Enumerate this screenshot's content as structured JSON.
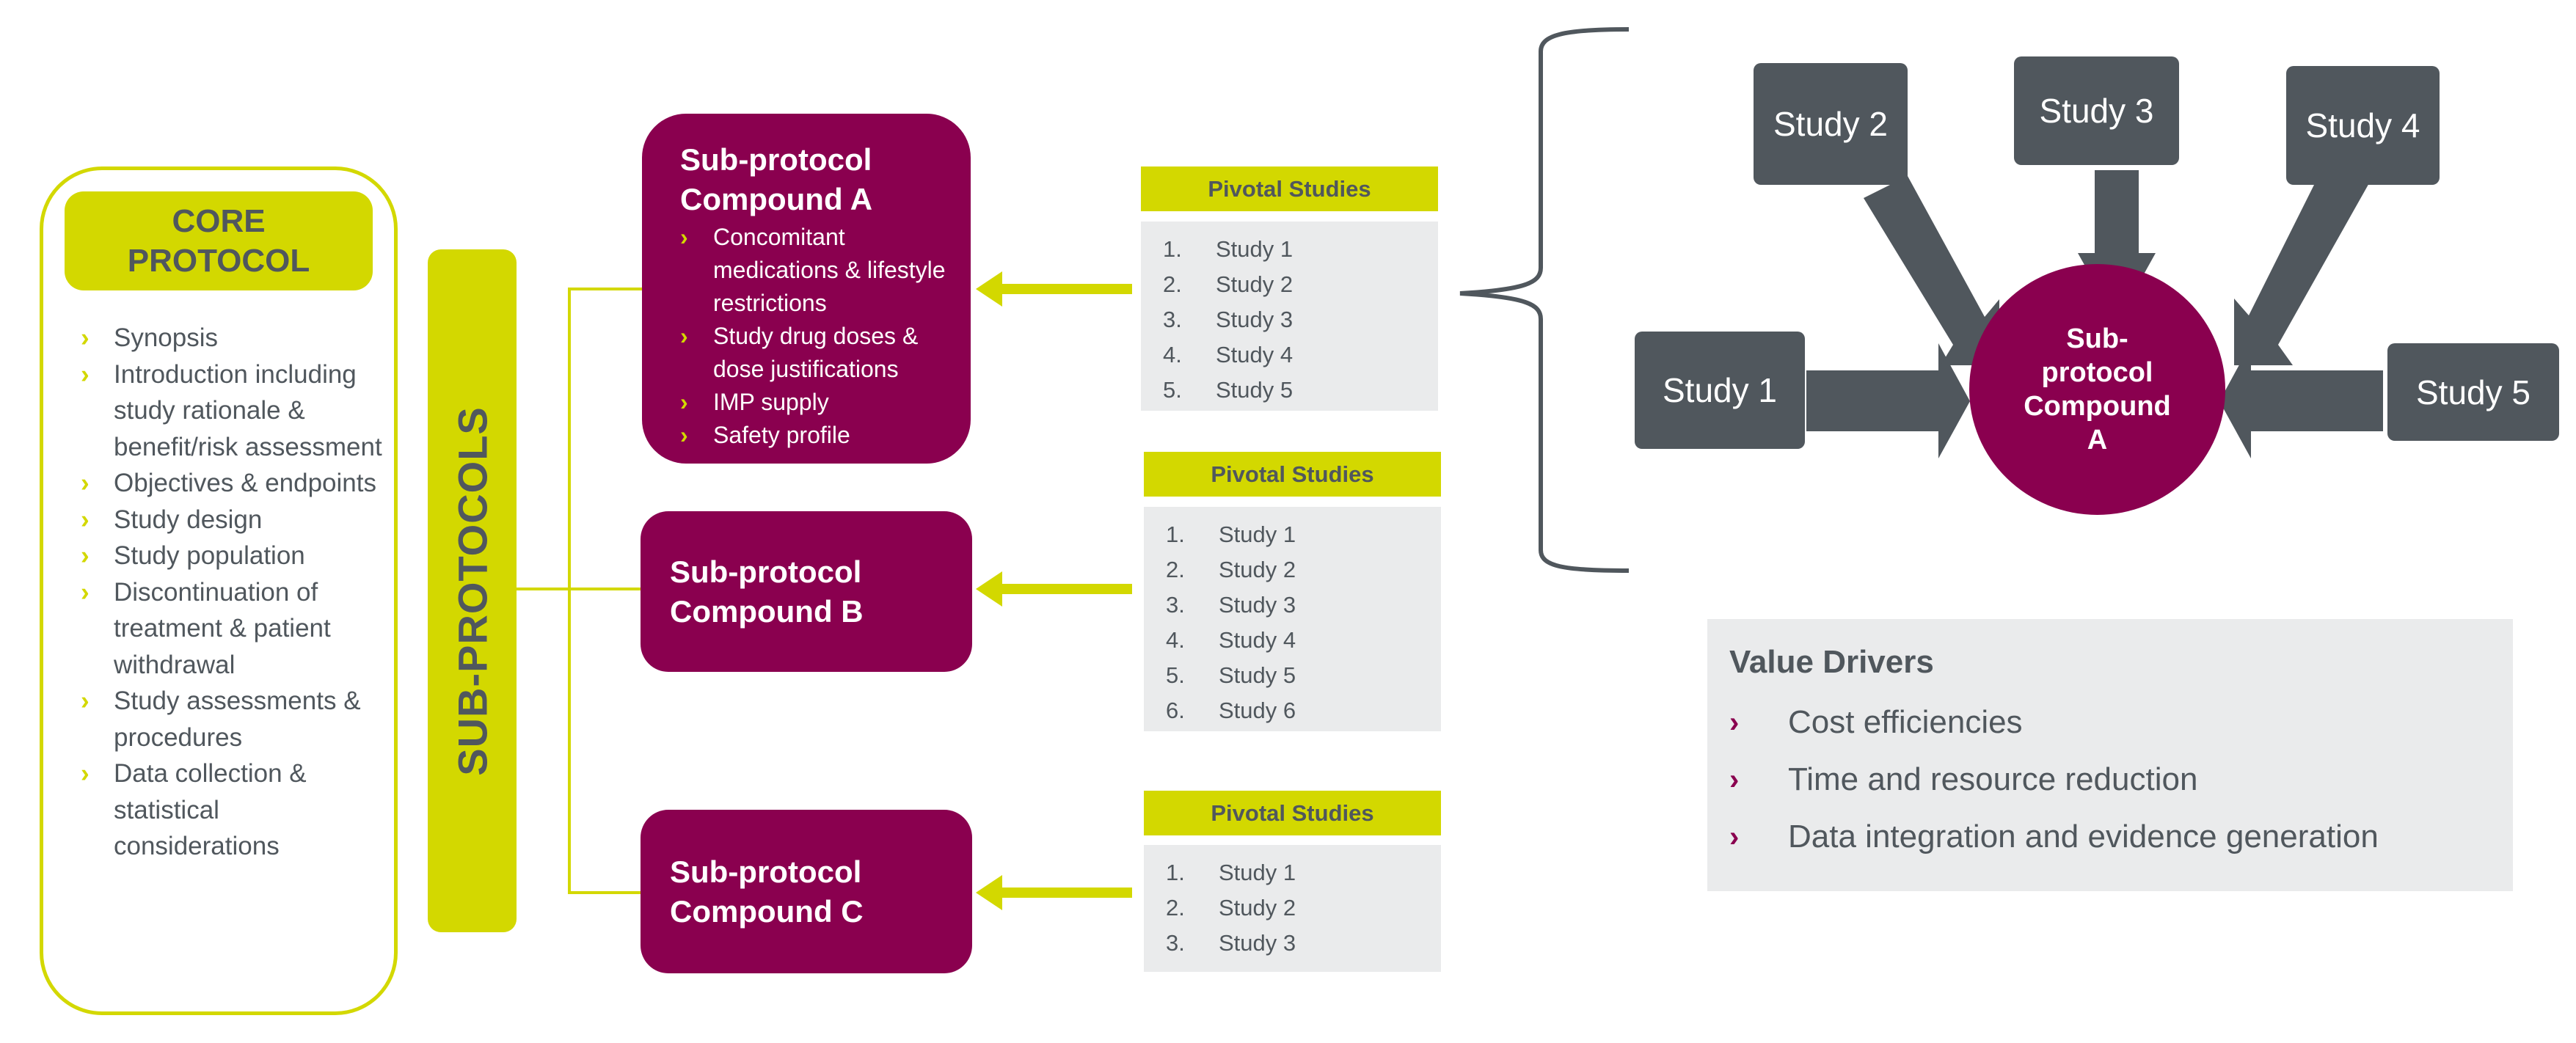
{
  "core_protocol": {
    "title_line1": "CORE",
    "title_line2": "PROTOCOL",
    "items": [
      "Synopsis",
      "Introduction including study rationale & benefit/risk assessment",
      "Objectives & endpoints",
      "Study design",
      "Study population",
      "Discontinuation of treatment & patient withdrawal",
      "Study assessments & procedures",
      "Data collection & statistical considerations"
    ]
  },
  "sub_protocols_label": "SUB-PROTOCOLS",
  "bullet_glyph": "›",
  "sub_protocols": [
    {
      "title_line1": "Sub-protocol",
      "title_line2": "Compound A",
      "items": [
        "Concomitant medications & lifestyle restrictions",
        "Study drug doses & dose justifications",
        "IMP supply",
        "Safety profile"
      ]
    },
    {
      "title_line1": "Sub-protocol",
      "title_line2": "Compound B",
      "items": []
    },
    {
      "title_line1": "Sub-protocol",
      "title_line2": "Compound C",
      "items": []
    }
  ],
  "pivotal_studies": [
    {
      "header": "Pivotal Studies",
      "studies": [
        {
          "num": "1.",
          "label": "Study 1"
        },
        {
          "num": "2.",
          "label": "Study 2"
        },
        {
          "num": "3.",
          "label": "Study 3"
        },
        {
          "num": "4.",
          "label": "Study 4"
        },
        {
          "num": "5.",
          "label": "Study 5"
        }
      ]
    },
    {
      "header": "Pivotal Studies",
      "studies": [
        {
          "num": "1.",
          "label": "Study 1"
        },
        {
          "num": "2.",
          "label": "Study 2"
        },
        {
          "num": "3.",
          "label": "Study 3"
        },
        {
          "num": "4.",
          "label": "Study 4"
        },
        {
          "num": "5.",
          "label": "Study 5"
        },
        {
          "num": "6.",
          "label": "Study 6"
        }
      ]
    },
    {
      "header": "Pivotal Studies",
      "studies": [
        {
          "num": "1.",
          "label": "Study 1"
        },
        {
          "num": "2.",
          "label": "Study 2"
        },
        {
          "num": "3.",
          "label": "Study 3"
        }
      ]
    }
  ],
  "hub_diagram": {
    "center_label": "Sub-protocol Compound A",
    "center_lines": [
      "Sub-",
      "protocol",
      "Compound",
      "A"
    ],
    "studies": [
      "Study 1",
      "Study 2",
      "Study 3",
      "Study 4",
      "Study 5"
    ]
  },
  "value_drivers": {
    "title": "Value Drivers",
    "items": [
      "Cost efficiencies",
      "Time and resource reduction",
      "Data integration and evidence generation"
    ]
  },
  "colors": {
    "lime": "#d3d800",
    "magenta": "#8a004f",
    "dark_gray": "#50575d",
    "light_gray": "#eaebec"
  }
}
